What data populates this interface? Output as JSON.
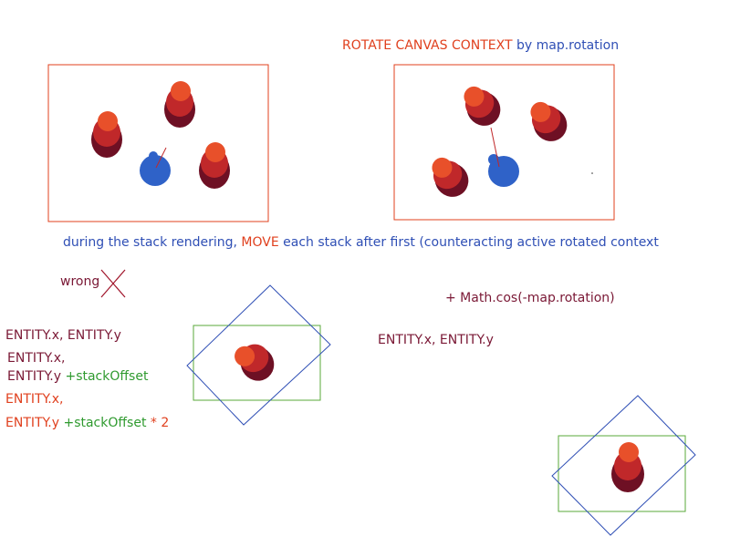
{
  "title": {
    "part1": "ROTATE CANVAS CONTEXT",
    "part2": "by map.rotation"
  },
  "caption": {
    "part1": "during the stack rendering,",
    "part2": "MOVE",
    "part3": "each stack after first (counteracting active rotated context"
  },
  "wrong_label": "wrong",
  "formula": "+ Math.cos(-map.rotation)",
  "entity_lines": {
    "line1": "ENTITY.x, ENTITY.y",
    "line2": "ENTITY.x,",
    "line3a": "ENTITY.y",
    "line3b": "+stackOffset",
    "line4": "ENTITY.x,",
    "line5a": "ENTITY.y",
    "line5b": "+stackOffset",
    "line5c": "* 2"
  },
  "entity_right": "ENTITY.x, ENTITY.y",
  "colors": {
    "frame_red": "#e0401e",
    "blob_light": "#e8502a",
    "blob_mid": "#c0282a",
    "blob_dark": "#6e1024",
    "player_blue": "#2f62c8",
    "rect_blue": "#2f4fb5",
    "rect_green": "#5aaa3a",
    "wrong_x": "#a0142a"
  },
  "icons": [
    "wrong-x-icon",
    "stack-blob",
    "player-blob"
  ]
}
